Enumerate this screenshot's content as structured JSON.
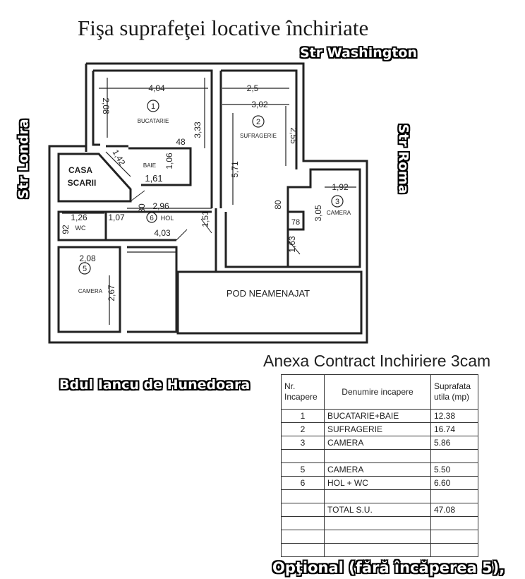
{
  "title": "Fişa suprafeţei locative închiriate",
  "streets": {
    "top": "Str Washington",
    "left": "Str Londra",
    "right": "Str Roma",
    "bottom": "Bdul Iancu de Hunedoara"
  },
  "rooms": {
    "r1": {
      "number": "1",
      "name": "BUCATARIE"
    },
    "r2": {
      "number": "2",
      "name": "SUFRAGERIE"
    },
    "r3": {
      "number": "3",
      "name": "CAMERA"
    },
    "r5": {
      "number": "5",
      "name": "CAMERA"
    },
    "r6": {
      "number": "6",
      "name": "HOL"
    },
    "baie": "BAIE",
    "wc": "WC",
    "casa_scarii_1": "CASA",
    "casa_scarii_2": "SCARII",
    "pod": "POD NEAMENAJAT"
  },
  "dimensions": {
    "d404": "4,04",
    "d208a": "2,08",
    "d333": "3,33",
    "d25": "2,5",
    "d302": "3,02",
    "d255": "2,55",
    "d571": "5,71",
    "d142": "1,42",
    "d106": "1,06",
    "d161": "1,61",
    "d48": "48",
    "d296": "2,96",
    "d151": "1,51",
    "d403": "4,03",
    "d126": "1,26",
    "d107": "1,07",
    "d192": "1,92",
    "d305": "3,05",
    "d80": "80",
    "d78": "78",
    "d163": "1,63",
    "d208b": "2,08",
    "d267": "2,67",
    "d92": "92",
    "d80b": "80"
  },
  "annex_title": "Anexa Contract Inchiriere 3cam",
  "table": {
    "headers": [
      "Nr. Incapere",
      "Denumire incapere",
      "Suprafata utila (mp)"
    ],
    "rows": [
      {
        "nr": "1",
        "name": "BUCATARIE+BAIE",
        "area": "12.38"
      },
      {
        "nr": "2",
        "name": "SUFRAGERIE",
        "area": "16.74"
      },
      {
        "nr": "3",
        "name": "CAMERA",
        "area": "5.86"
      },
      {
        "nr": "",
        "name": "",
        "area": ""
      },
      {
        "nr": "5",
        "name": "CAMERA",
        "area": "5.50"
      },
      {
        "nr": "6",
        "name": "HOL + WC",
        "area": "6.60"
      },
      {
        "nr": "",
        "name": "",
        "area": ""
      },
      {
        "nr": "",
        "name": "TOTAL S.U.",
        "area": "47.08"
      },
      {
        "nr": "",
        "name": "",
        "area": ""
      },
      {
        "nr": "",
        "name": "",
        "area": ""
      },
      {
        "nr": "",
        "name": "",
        "area": ""
      }
    ]
  },
  "bottom_note": "Opţional (fără încăperea 5),"
}
